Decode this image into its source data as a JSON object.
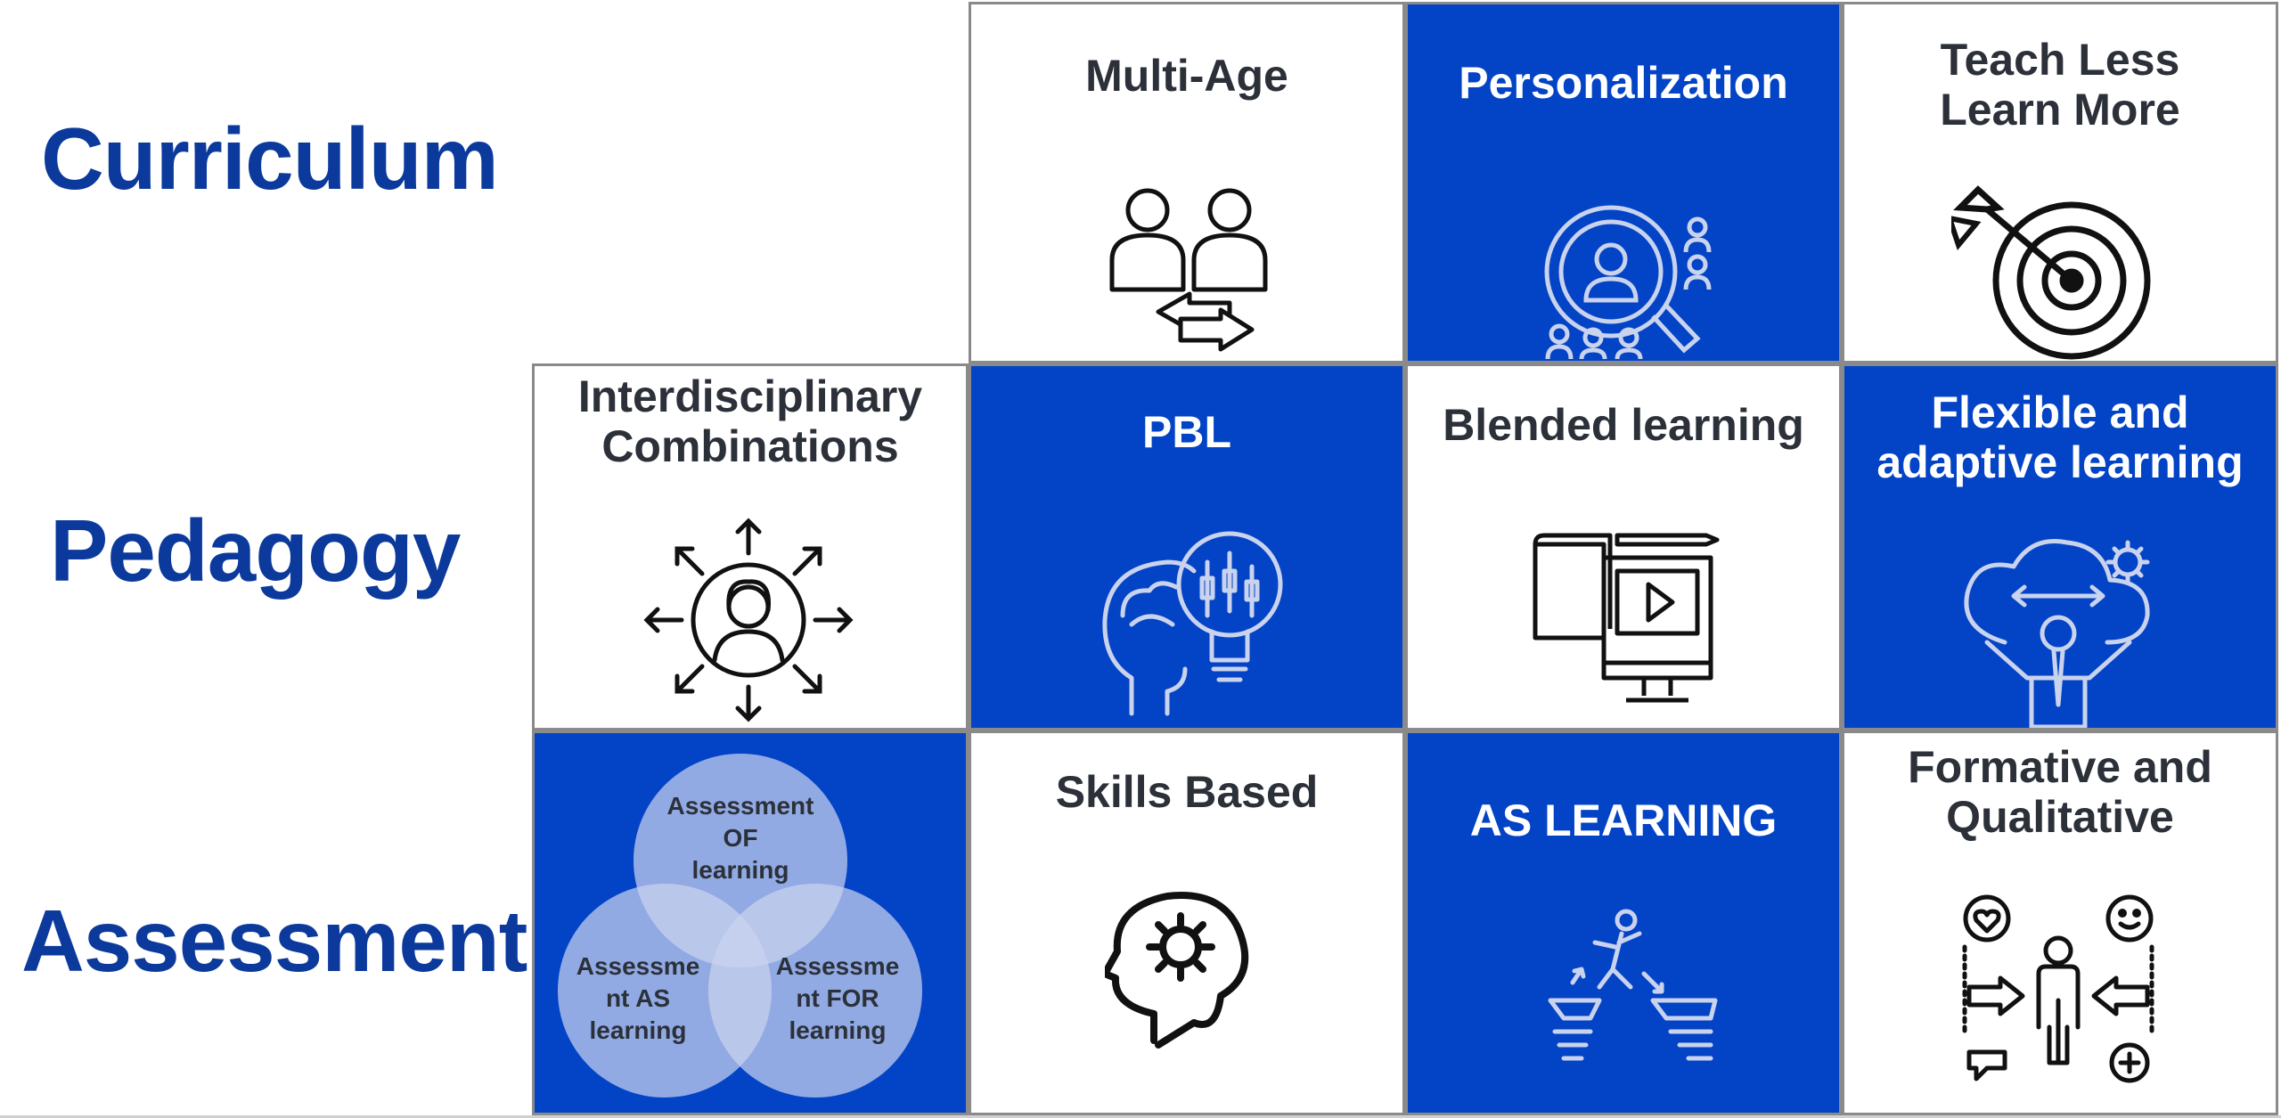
{
  "rows": {
    "curriculum": "Curriculum",
    "pedagogy": "Pedagogy",
    "assessment": "Assessment"
  },
  "curriculum": {
    "multi_age": "Multi-Age",
    "personalization": "Personalization",
    "teach_less": "Teach Less\nLearn More"
  },
  "pedagogy": {
    "interdisciplinary": "Interdisciplinary\nCombinations",
    "pbl": "PBL",
    "blended": "Blended learning",
    "flexible": "Flexible and\nadaptive learning"
  },
  "assessment": {
    "venn": {
      "of": "Assessment\nOF\nlearning",
      "as": "Assessme\nnt  AS\nlearning",
      "for": "Assessme\nnt  FOR\nlearning"
    },
    "skills": "Skills Based",
    "as_learning": "AS LEARNING",
    "formative": "Formative and\nQualitative"
  },
  "colors": {
    "blue": "#0343c6",
    "label_blue": "#0b3a9c",
    "dark_text": "#2b3039",
    "icon_light": "#c9d3ee"
  },
  "icons": [
    "two-people-swap-icon",
    "search-person-icon",
    "target-arrow-icon",
    "person-radiating-arrows-icon",
    "head-lightbulb-icon",
    "book-monitor-video-icon",
    "flexible-heart-person-icon",
    "head-gear-icon",
    "climber-gap-icon",
    "person-feedback-icon"
  ]
}
